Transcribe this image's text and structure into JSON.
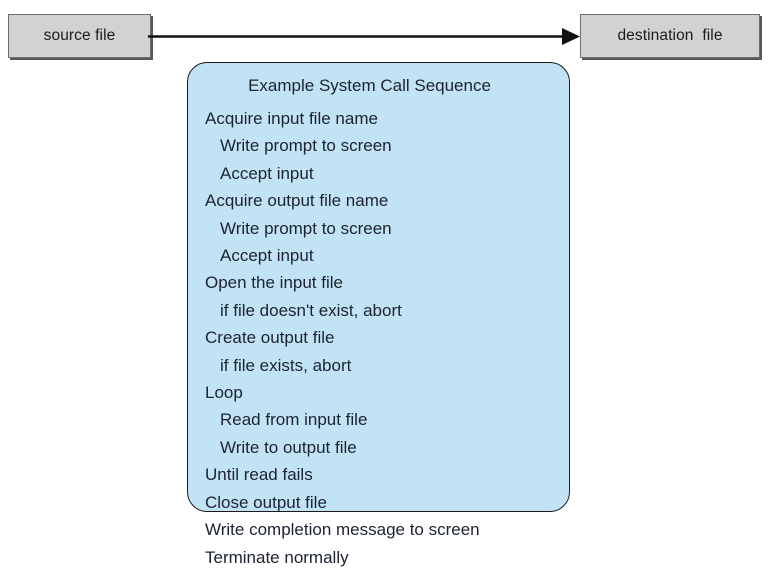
{
  "diagram": {
    "title": "Example System Call Sequence",
    "colors": {
      "panel_fill": "#c2e3f5",
      "panel_border": "#1b1b1b",
      "endbox_fill": "#d2d2d2",
      "endbox_border": "#6e6e6e",
      "arrow": "#111111",
      "text": "#1c2330",
      "background": "#ffffff"
    },
    "endpoints": {
      "source": {
        "label": "source file"
      },
      "destination": {
        "label": "destination  file"
      }
    },
    "arrow": {
      "direction": "left-to-right",
      "from": "source file",
      "to": "destination  file"
    },
    "panel": {
      "title": "Example System Call Sequence",
      "steps": [
        {
          "text": "Acquire input file name",
          "indent": 0
        },
        {
          "text": "Write prompt to screen",
          "indent": 1
        },
        {
          "text": "Accept input",
          "indent": 1
        },
        {
          "text": "Acquire output file name",
          "indent": 0
        },
        {
          "text": "Write prompt to screen",
          "indent": 1
        },
        {
          "text": "Accept input",
          "indent": 1
        },
        {
          "text": "Open the input file",
          "indent": 0
        },
        {
          "text": "if file doesn't exist, abort",
          "indent": 1
        },
        {
          "text": "Create output file",
          "indent": 0
        },
        {
          "text": "if file exists, abort",
          "indent": 1
        },
        {
          "text": "Loop",
          "indent": 0
        },
        {
          "text": "Read from input file",
          "indent": 1
        },
        {
          "text": "Write to output file",
          "indent": 1
        },
        {
          "text": "Until read fails",
          "indent": 0
        },
        {
          "text": "Close output file",
          "indent": 0
        },
        {
          "text": "Write completion message to screen",
          "indent": 0
        },
        {
          "text": "Terminate normally",
          "indent": 0
        }
      ]
    }
  }
}
